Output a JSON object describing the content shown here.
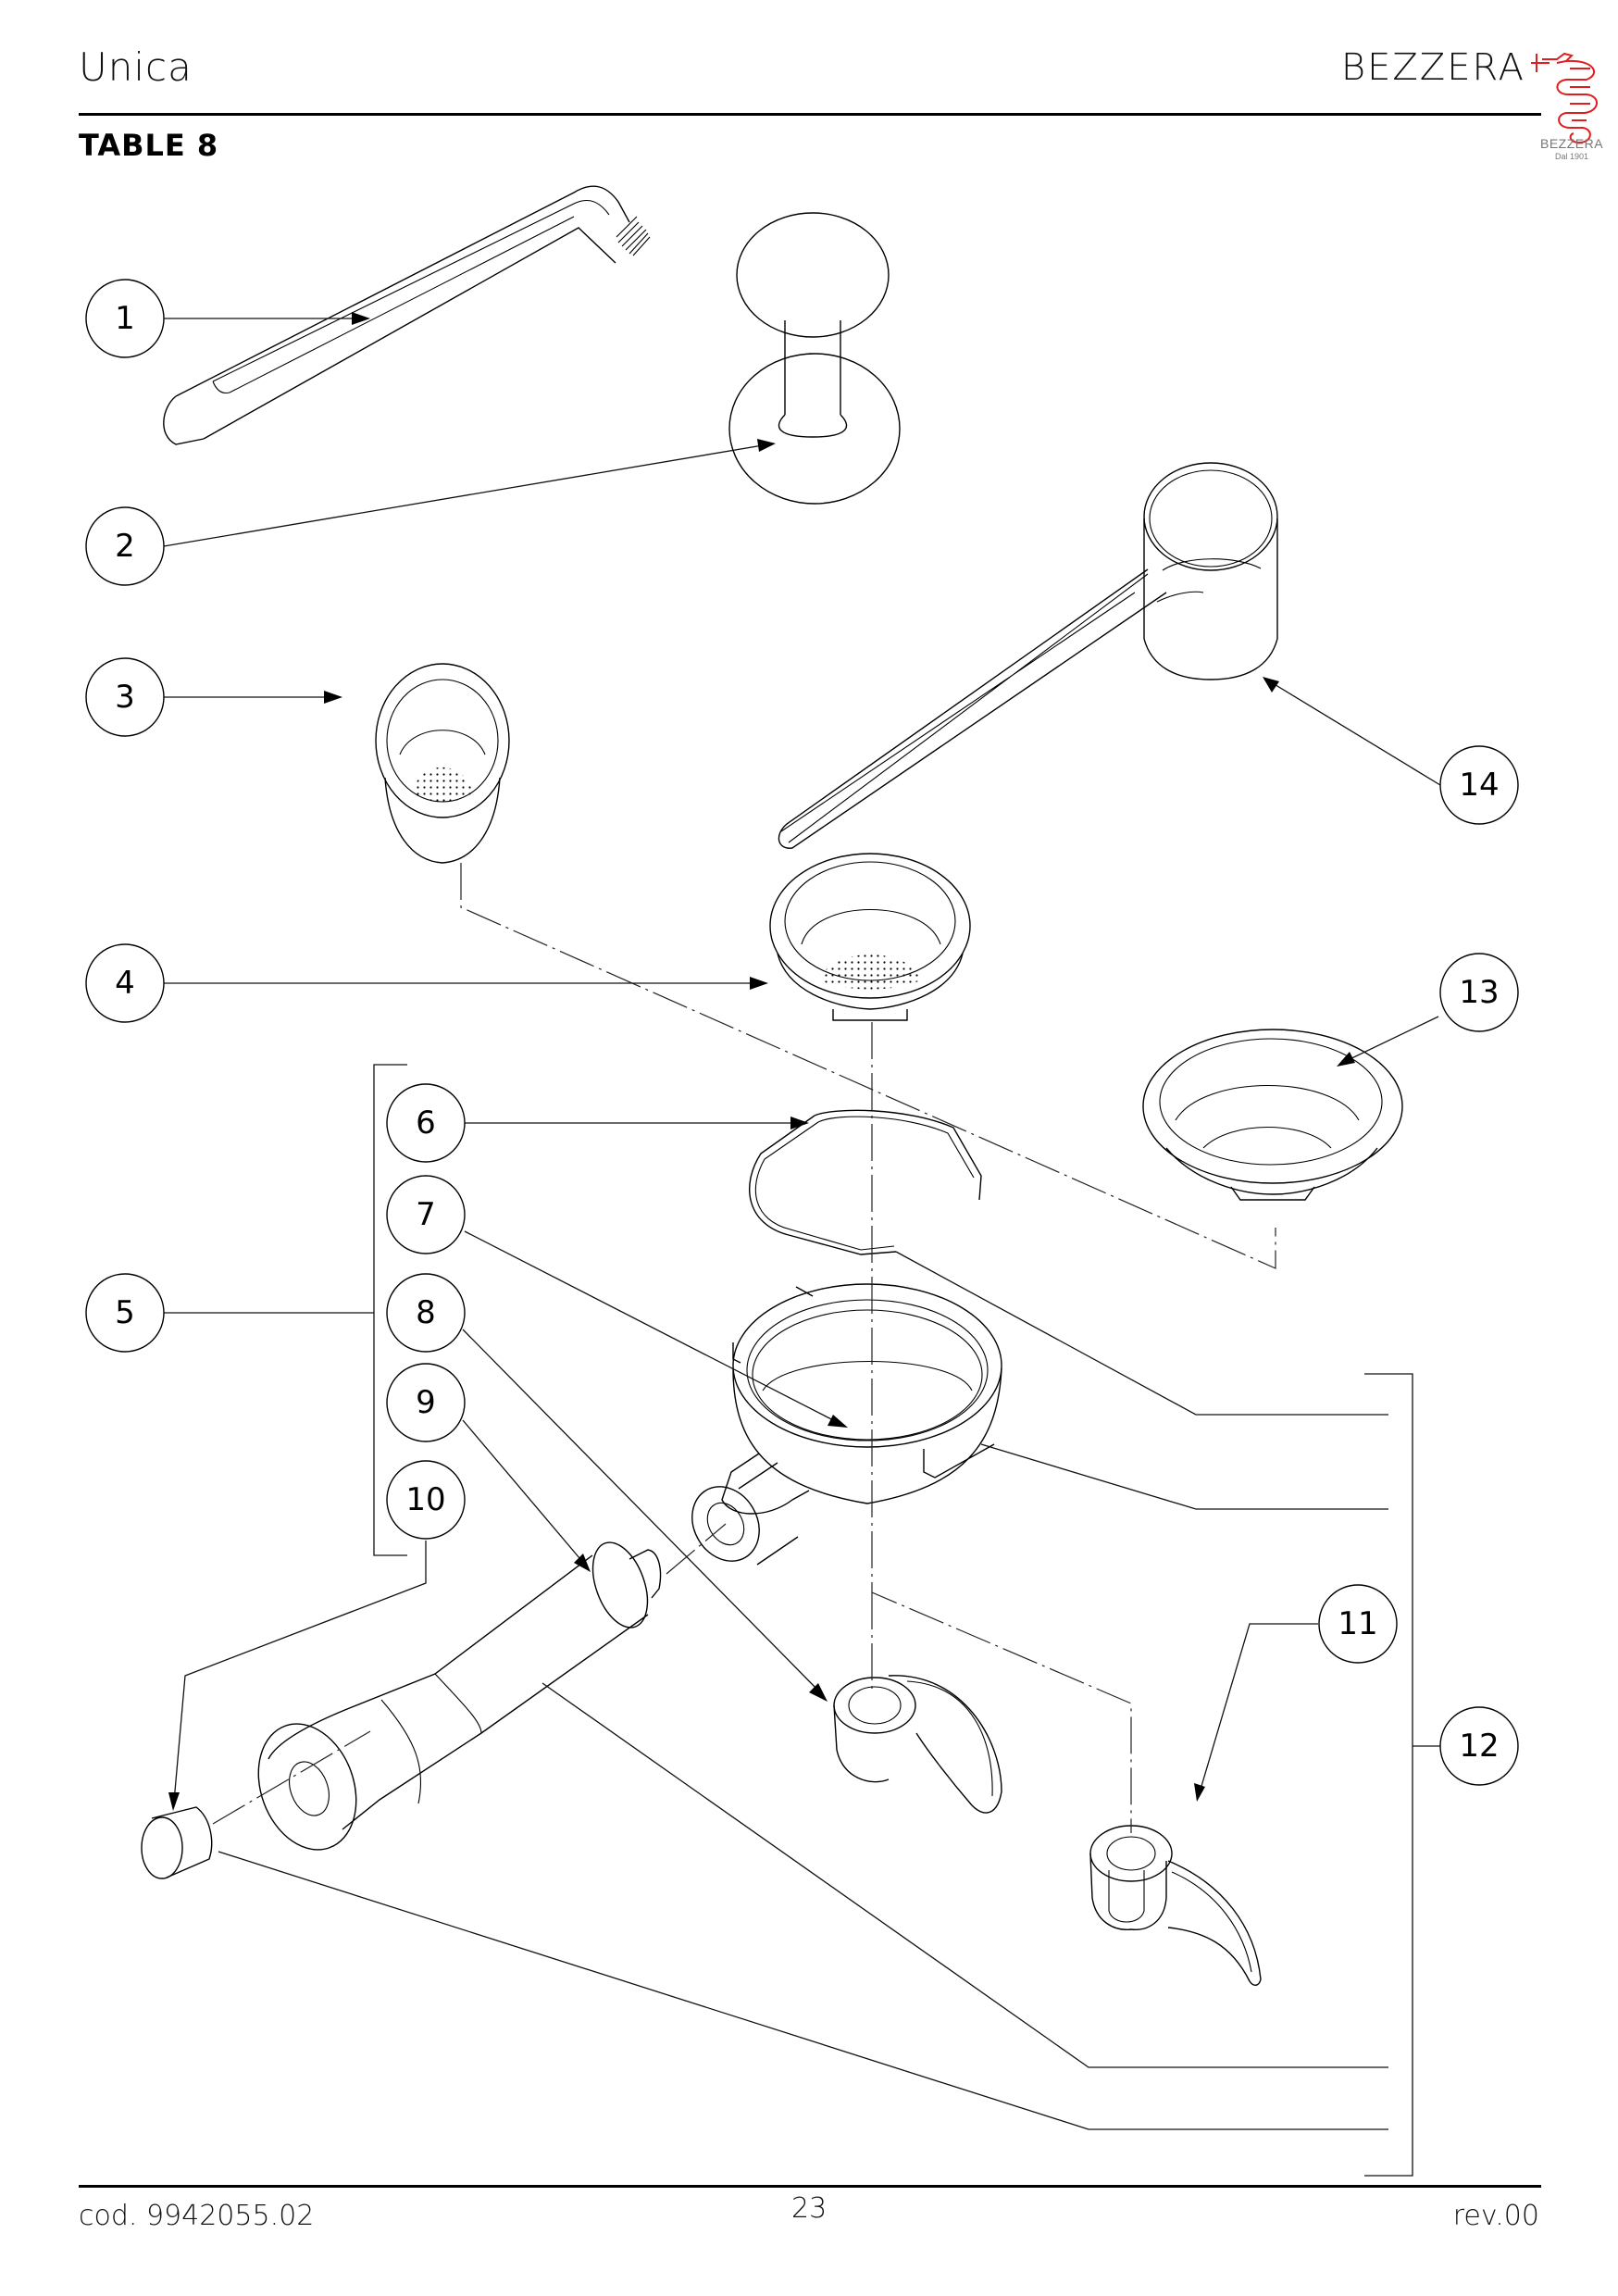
{
  "header": {
    "model_title": "Unica",
    "brand_wordmark": "BEZZERA",
    "table_label": "TABLE 8",
    "logo": {
      "icon": "bezzera-serpent-logo-icon",
      "name": "BEZZERA",
      "tagline": "Dal 1901",
      "color": "#e01e1e"
    }
  },
  "diagram": {
    "title": "Exploded view - portafilter and accessories",
    "parts": [
      {
        "id": "1",
        "label": "1",
        "item": "cleaning brush"
      },
      {
        "id": "2",
        "label": "2",
        "item": "tamper"
      },
      {
        "id": "3",
        "label": "3",
        "item": "filter basket (single, mesh)"
      },
      {
        "id": "4",
        "label": "4",
        "item": "filter basket (double, mesh)"
      },
      {
        "id": "5",
        "label": "5",
        "item": "portafilter assembly group (6-10)"
      },
      {
        "id": "6",
        "label": "6",
        "item": "filter retaining spring"
      },
      {
        "id": "7",
        "label": "7",
        "item": "portafilter body"
      },
      {
        "id": "8",
        "label": "8",
        "item": "single spout"
      },
      {
        "id": "9",
        "label": "9",
        "item": "handle"
      },
      {
        "id": "10",
        "label": "10",
        "item": "handle end cap"
      },
      {
        "id": "11",
        "label": "11",
        "item": "double spout"
      },
      {
        "id": "12",
        "label": "12",
        "item": "assembly group"
      },
      {
        "id": "13",
        "label": "13",
        "item": "blind filter"
      },
      {
        "id": "14",
        "label": "14",
        "item": "measuring scoop"
      }
    ]
  },
  "footer": {
    "document_code": "cod. 9942055.02",
    "page_number": "23",
    "revision": "rev.00"
  }
}
